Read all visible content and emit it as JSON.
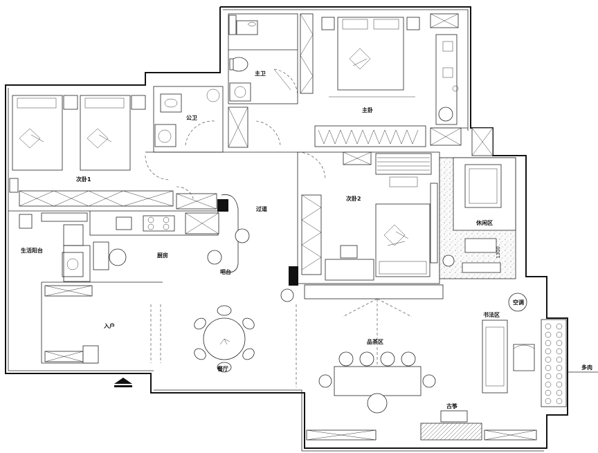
{
  "rooms": {
    "master_bath": "主卫",
    "master_bedroom": "主卧",
    "public_bath": "公卫",
    "second_bedroom_1": "次卧1",
    "second_bedroom_2": "次卧2",
    "corridor": "过道",
    "living_balcony": "生活阳台",
    "kitchen": "厨房",
    "bar": "吧台",
    "entrance": "入户",
    "dining": "餐厅",
    "leisure": "休闲区",
    "tea_area": "品茶区",
    "study": "书法区",
    "air_con": "空调",
    "guzheng": "古筝",
    "window_label": "多肉"
  },
  "dimensions": {
    "d1": "1300"
  },
  "colors": {
    "line": "#111111",
    "stone_fill": "#f2f2f2"
  }
}
